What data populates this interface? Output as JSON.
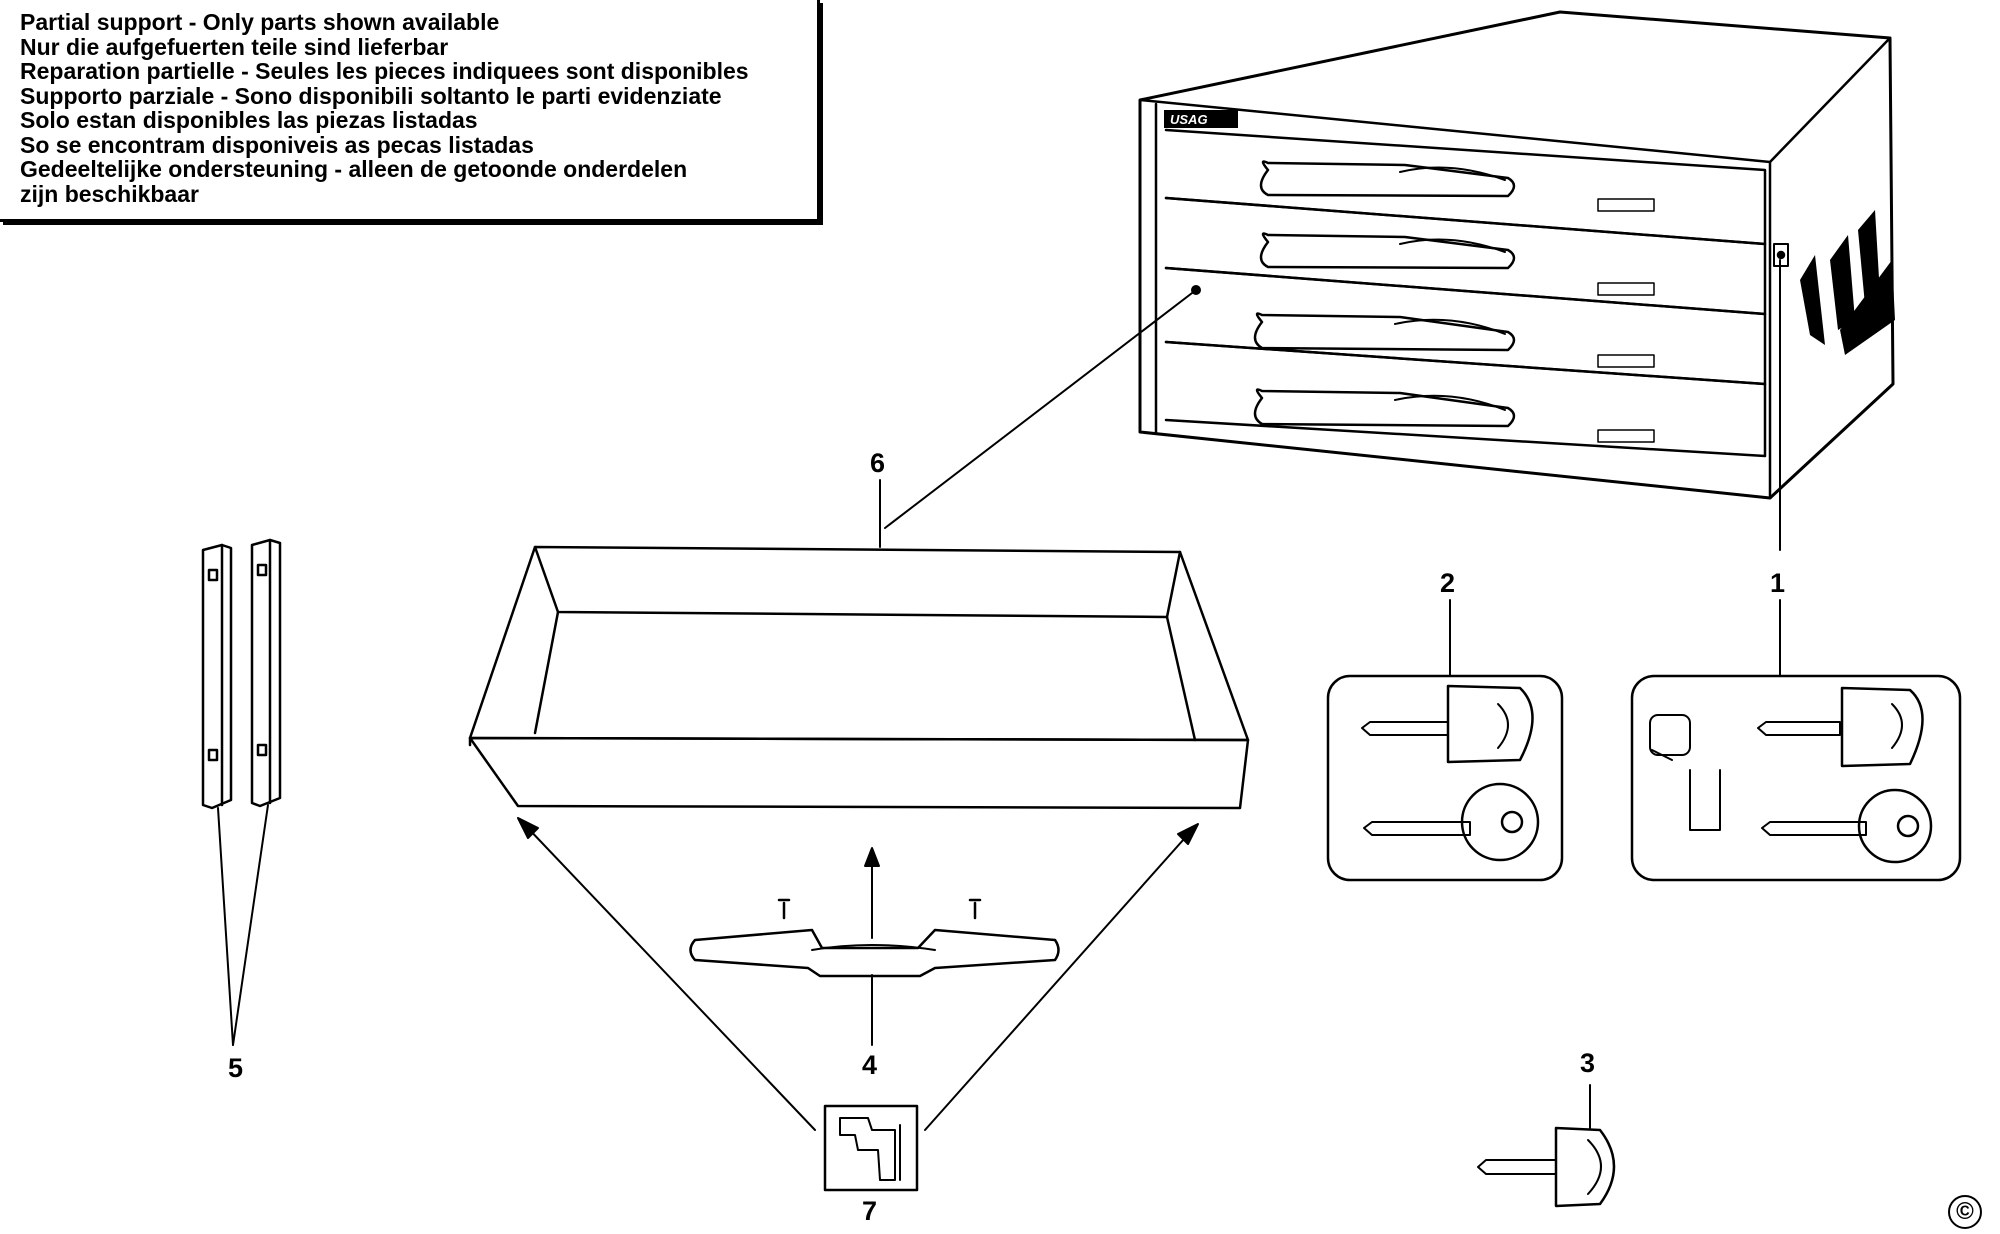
{
  "notice": {
    "lines": [
      "Partial support - Only parts shown available",
      "Nur die aufgefuerten teile sind lieferbar",
      "Reparation partielle - Seules les pieces indiquees sont disponibles",
      "Supporto parziale - Sono disponibili soltanto le parti evidenziate",
      "Solo estan disponibles las piezas listadas",
      "So se encontram disponiveis as pecas listadas",
      "Gedeeltelijke ondersteuning - alleen de getoonde onderdelen",
      "zijn beschikbaar"
    ]
  },
  "callouts": {
    "lock_kit": "1",
    "key_set": "2",
    "single_key": "3",
    "drawer_handle": "4",
    "drawer_slides": "5",
    "drawer": "6",
    "slide_clip": "7"
  },
  "copyright_symbol": "©",
  "colors": {
    "ink": "#000000",
    "paper": "#ffffff"
  }
}
